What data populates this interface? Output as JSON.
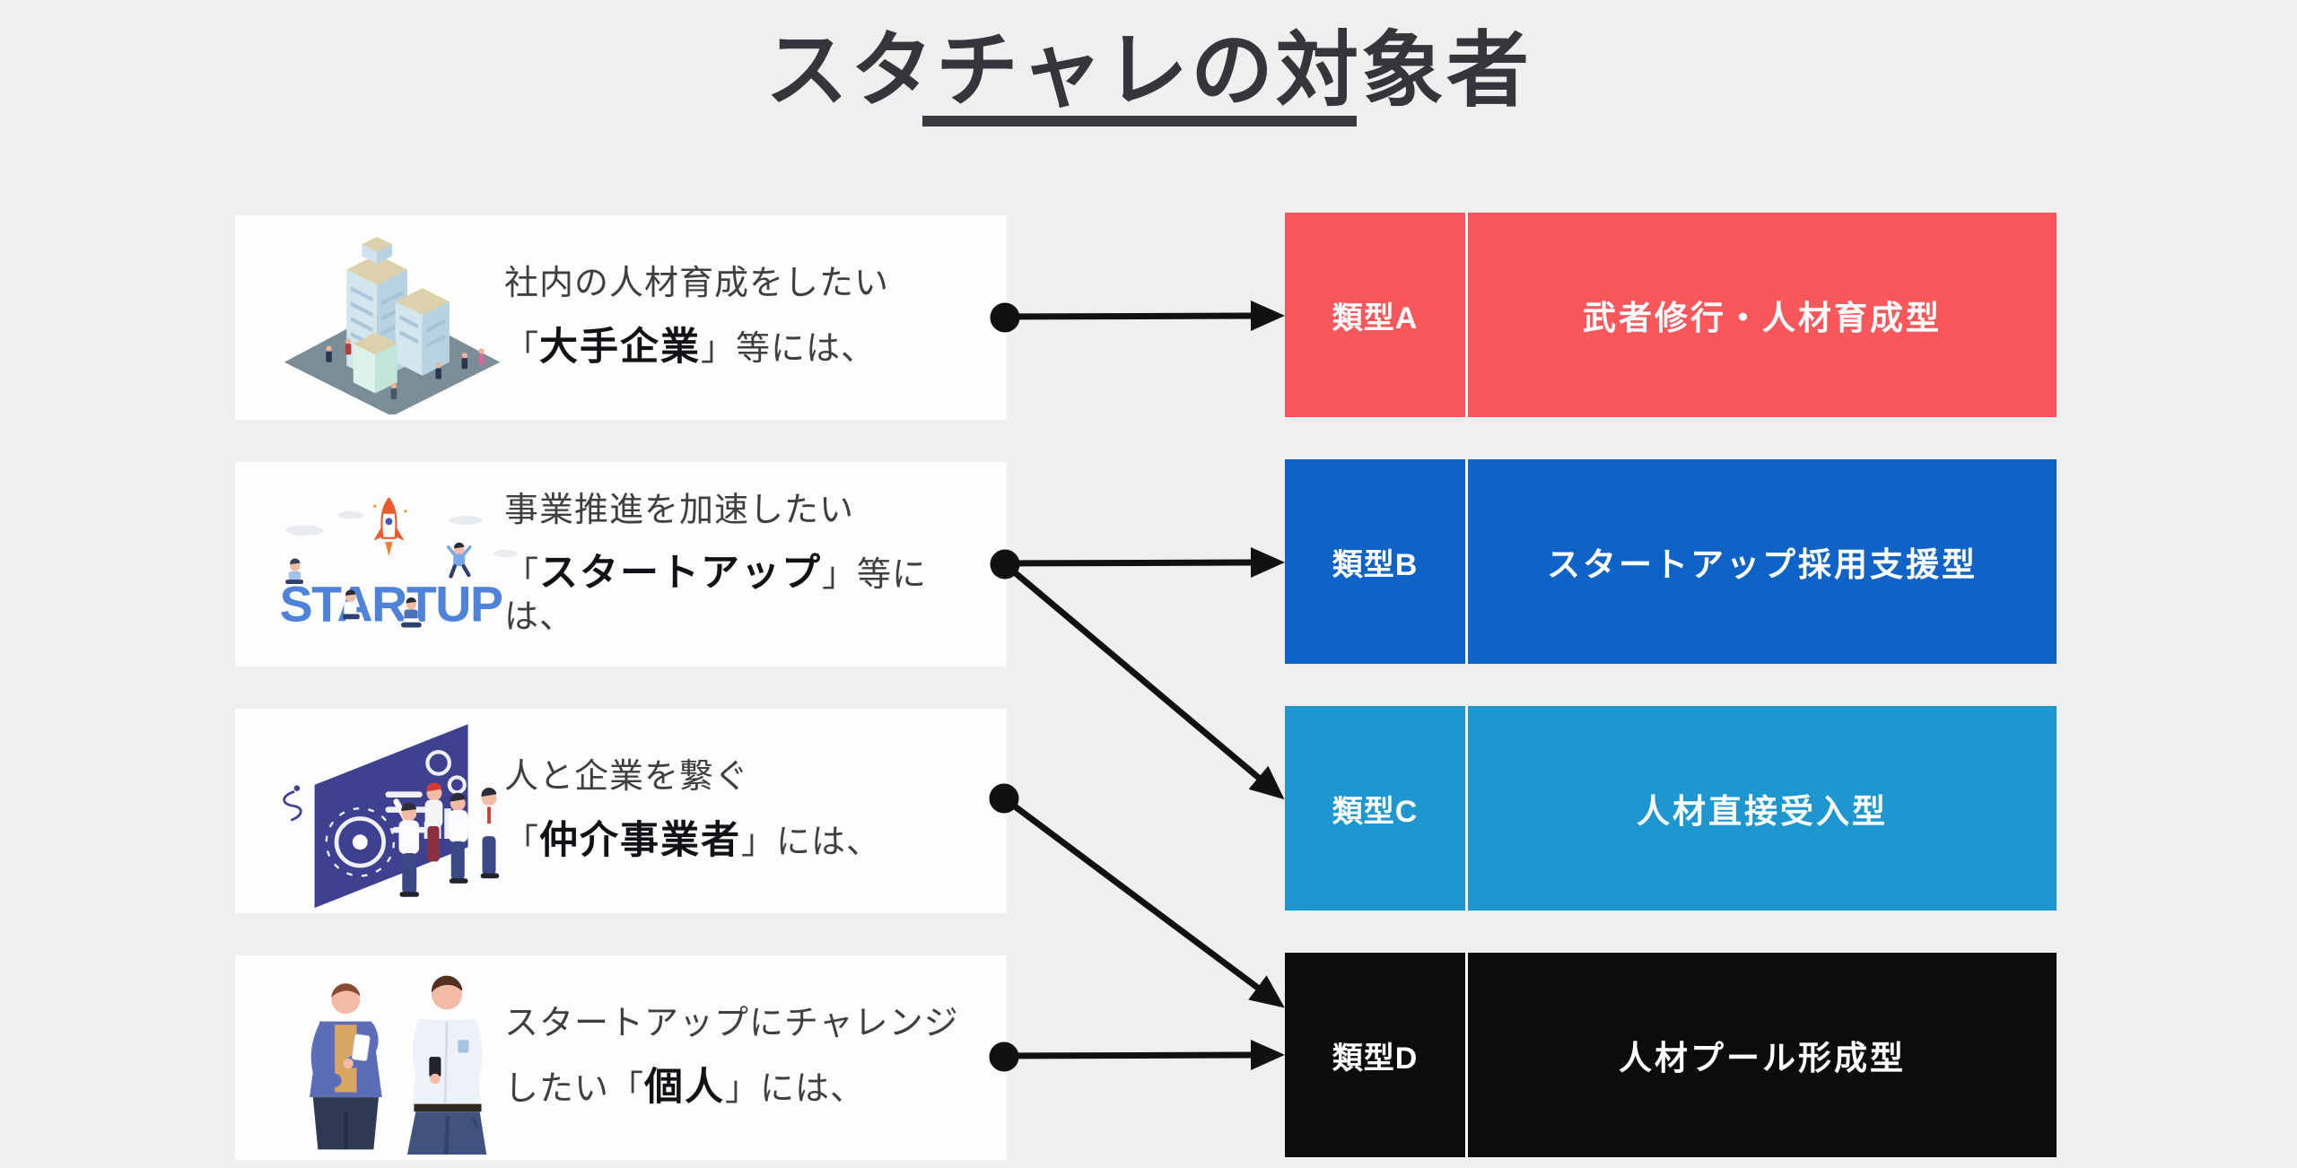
{
  "page": {
    "title": "スタチャレの対象者",
    "background_color": "#efefef",
    "title_color": "#35353b",
    "arrow_color": "#111111",
    "card_color": "#fdfdfd"
  },
  "audiences": [
    {
      "illustration": "office-building-illustration",
      "line1": "社内の人材育成をしたい",
      "line2_pre": "「",
      "line2_bold": "大手企業",
      "line2_post": "」等には、"
    },
    {
      "illustration": "startup-rocket-illustration",
      "word": "STARTUP",
      "line1": "事業推進を加速したい",
      "line2_pre": "「",
      "line2_bold": "スタートアップ",
      "line2_post": "」等には、"
    },
    {
      "illustration": "intermediary-board-illustration",
      "line1": "人と企業を繋ぐ",
      "line2_pre": "「",
      "line2_bold": "仲介事業者",
      "line2_post": "」には、"
    },
    {
      "illustration": "individuals-illustration",
      "line1": "スタートアップにチャレンジ",
      "line2_pre": "したい「",
      "line2_bold": "個人",
      "line2_post": "」には、"
    }
  ],
  "types": [
    {
      "label": "類型A",
      "name": "武者修行・人材育成型",
      "color": "#f8585c"
    },
    {
      "label": "類型B",
      "name": "スタートアップ採用支援型",
      "color": "#0f63c6"
    },
    {
      "label": "類型C",
      "name": "人材直接受入型",
      "color": "#1e97d1"
    },
    {
      "label": "類型D",
      "name": "人材プール形成型",
      "color": "#0c0c0c"
    }
  ],
  "connections": [
    {
      "from": "大手企業",
      "to": "類型A"
    },
    {
      "from": "スタートアップ",
      "to": "類型B"
    },
    {
      "from": "スタートアップ",
      "to": "類型C"
    },
    {
      "from": "仲介事業者",
      "to": "類型D"
    },
    {
      "from": "個人",
      "to": "類型D"
    }
  ]
}
